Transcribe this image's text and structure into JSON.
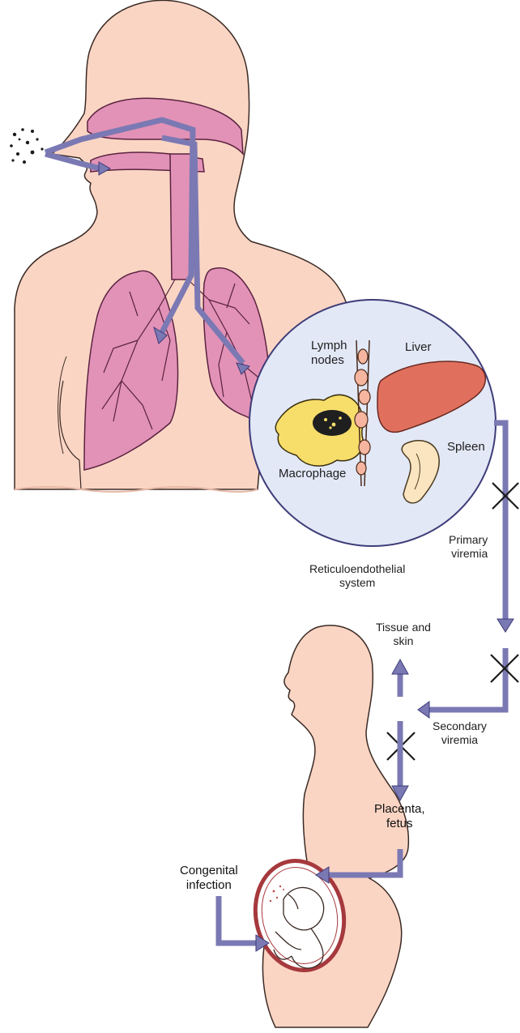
{
  "colors": {
    "skin": "#fbd5c4",
    "skin_outline": "#3a2a24",
    "lung": "#e292b6",
    "lung_outline": "#5a2340",
    "arrow": "#7b79b3",
    "arrow_outline": "#3e3c78",
    "circle_fill": "#e2e8f6",
    "liver": "#e0705d",
    "macrophage": "#f7dd6a",
    "spleen": "#fbe5c0",
    "lymph": "#f5b59e",
    "uterus": "#a6393d"
  },
  "labels": {
    "lymph_nodes": "Lymph\nnodes",
    "liver": "Liver",
    "spleen": "Spleen",
    "macrophage": "Macrophage",
    "primary_viremia": "Primary\nviremia",
    "reticuloendothelial_system": "Reticuloendothelial\nsystem",
    "tissue_and_skin": "Tissue and\nskin",
    "secondary_viremia": "Secondary\nviremia",
    "placenta_fetus": "Placenta,\nfetus",
    "congenital_infection": "Congenital\ninfection"
  }
}
